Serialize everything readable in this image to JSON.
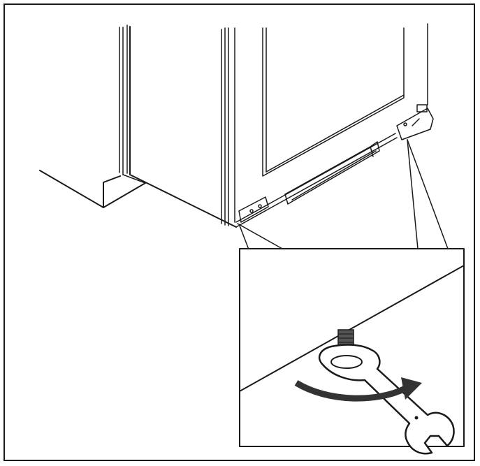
{
  "figure": {
    "description_text": "",
    "colors": {
      "line": "#1a1a1a",
      "background": "#ffffff",
      "arrow": "#333333",
      "foot_dark": "#555555"
    },
    "icons": [
      "appliance-outline",
      "leveling-foot",
      "open-end-wrench",
      "rotation-arrow"
    ]
  }
}
